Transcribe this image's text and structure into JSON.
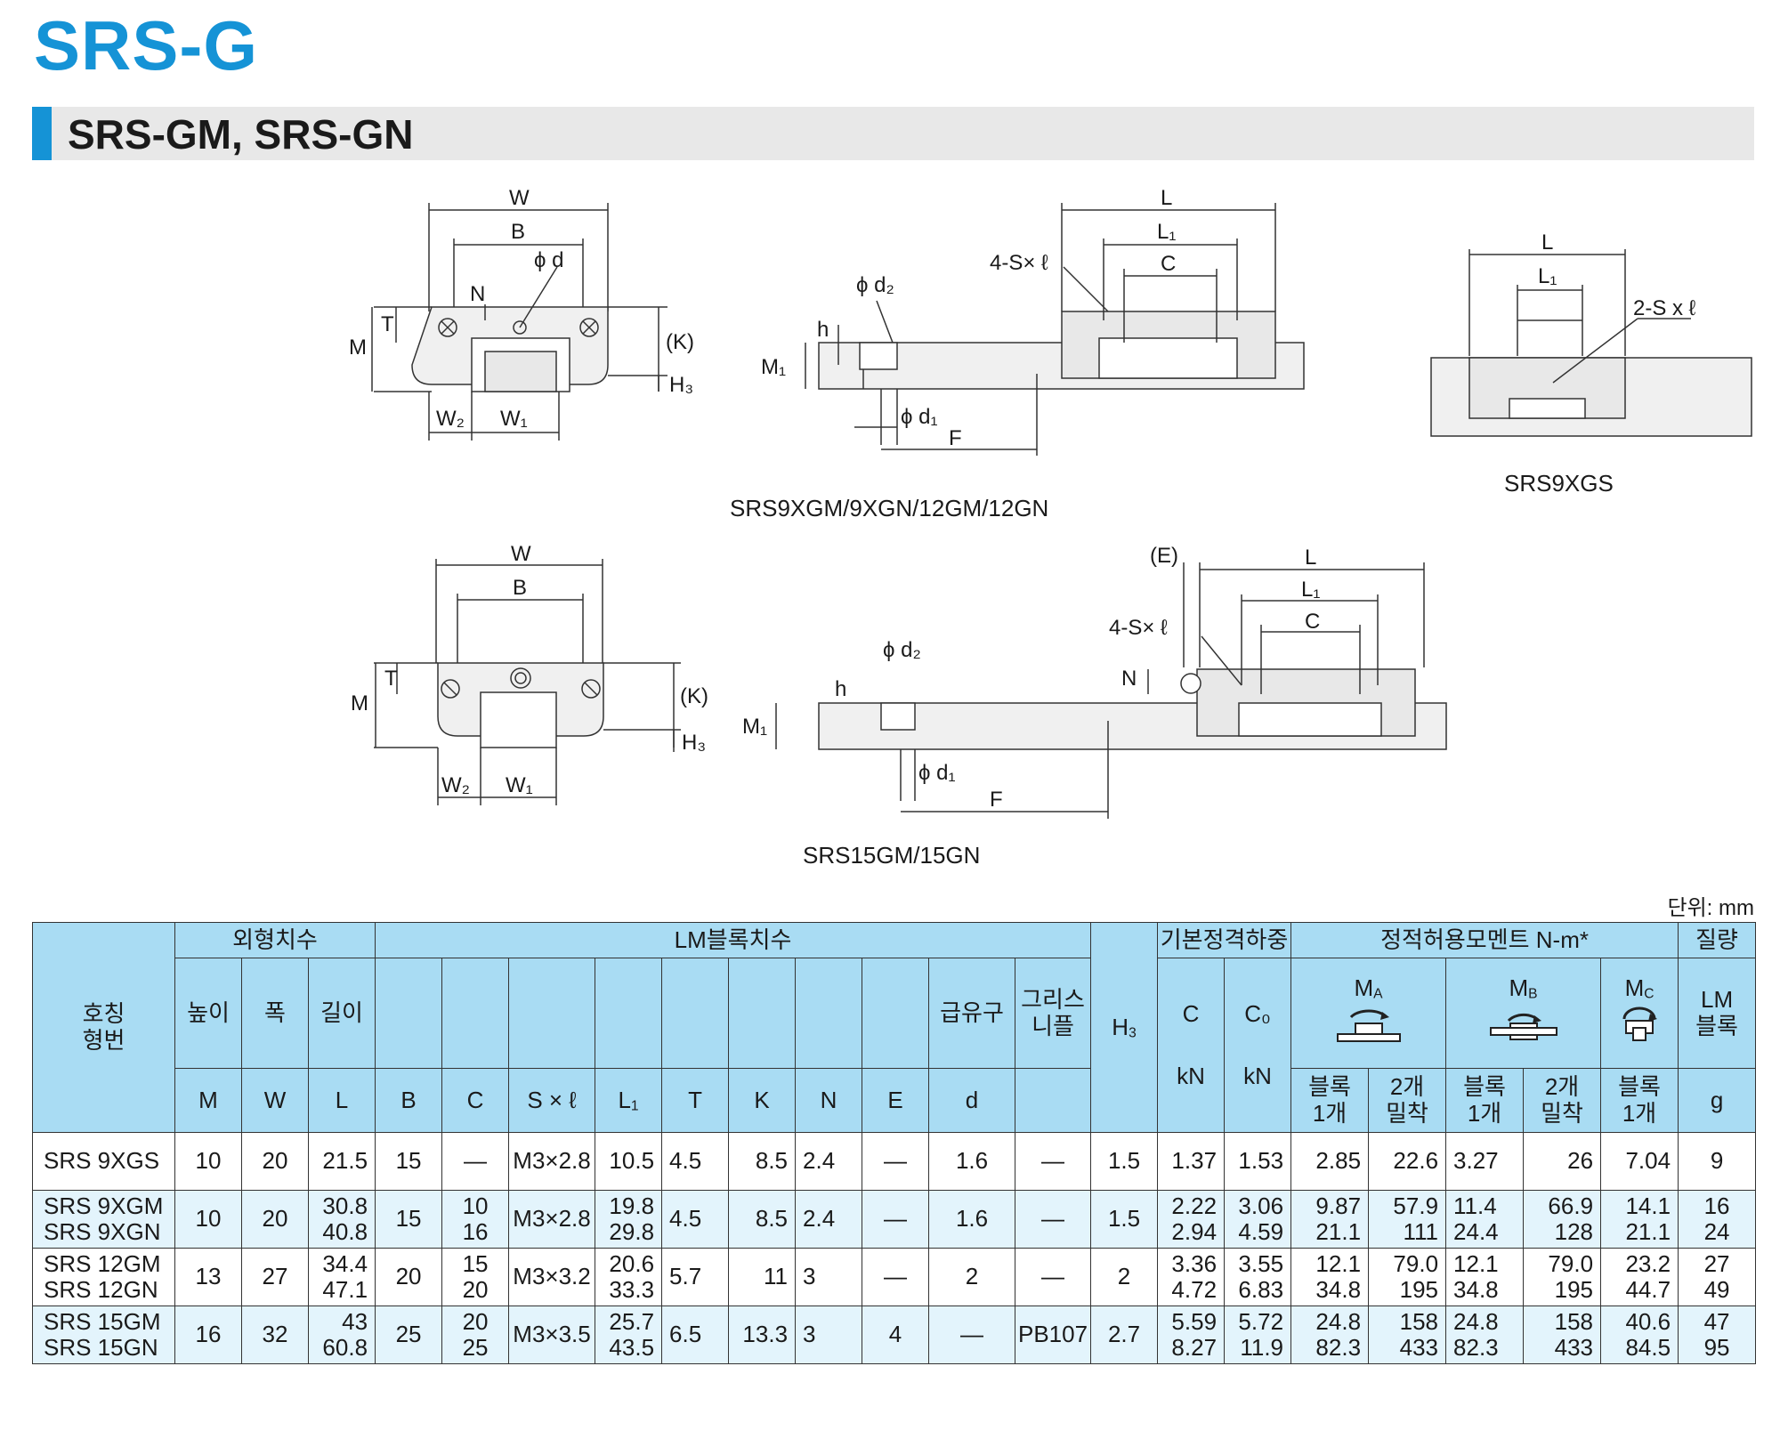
{
  "title": "SRS-G",
  "section_title": "SRS-GM, SRS-GN",
  "captions": {
    "fig1": "SRS9XGM/9XGN/12GM/12GN",
    "fig2": "SRS9XGS",
    "fig3": "SRS15GM/15GN"
  },
  "drawing_labels": {
    "W": "W",
    "B": "B",
    "phi_d": "ϕ d",
    "N": "N",
    "T": "T",
    "M": "M",
    "K": "(K)",
    "H3": "H₃",
    "W2": "W₂",
    "W1": "W₁",
    "L": "L",
    "L1": "L₁",
    "C": "C",
    "S_l": "4-S× ℓ",
    "phi_d2": "ϕ d₂",
    "h": "h",
    "M1": "M₁",
    "phi_d1": "ϕ d₁",
    "F": "F",
    "S_l2": "2-S x ℓ",
    "E": "(E)"
  },
  "unit": "단위: mm",
  "table": {
    "header_group": {
      "model": "호칭\n형번",
      "outer": "외형치수",
      "lm_block": "LM블록치수",
      "basic_load": "기본정격하중",
      "moment": "정적허용모멘트 N-m*",
      "mass": "질량"
    },
    "header_mid": {
      "height": "높이",
      "width": "폭",
      "length": "길이",
      "lube": "급유구",
      "grease": "그리스\n니플",
      "C": "C",
      "C0": "C₀",
      "MA": "MA",
      "MB": "MB",
      "MC": "MC",
      "lm_block": "LM\n블록"
    },
    "header_sub": {
      "M": "M",
      "W": "W",
      "L": "L",
      "B": "B",
      "C": "C",
      "S": "S × ℓ",
      "L1": "L₁",
      "T": "T",
      "K": "K",
      "N": "N",
      "E": "E",
      "d": "d",
      "H3": "H₃",
      "kN1": "kN",
      "kN2": "kN",
      "one_block": "블록\n1개",
      "two_block": "2개\n밀착",
      "g": "g"
    },
    "rows": [
      {
        "model": "SRS 9XGS",
        "M": "10",
        "W": "20",
        "L": "21.5",
        "B": "15",
        "C": "—",
        "S": "M3×2.8",
        "L1": "10.5",
        "T": "4.5",
        "K": "8.5",
        "N": "2.4",
        "E": "—",
        "d": "1.6",
        "grease": "—",
        "H3": "1.5",
        "Cd": "1.37",
        "C0": "1.53",
        "MA1": "2.85",
        "MA2": "22.6",
        "MB1": "3.27",
        "MB2": "26",
        "MC1": "7.04",
        "mass": "9"
      },
      {
        "model": "SRS 9XGM\nSRS 9XGN",
        "M": "10",
        "W": "20",
        "L": "30.8\n40.8",
        "B": "15",
        "C": "10\n16",
        "S": "M3×2.8",
        "L1": "19.8\n29.8",
        "T": "4.5",
        "K": "8.5",
        "N": "2.4",
        "E": "—",
        "d": "1.6",
        "grease": "—",
        "H3": "1.5",
        "Cd": "2.22\n2.94",
        "C0": "3.06\n4.59",
        "MA1": "9.87\n21.1",
        "MA2": "57.9\n111",
        "MB1": "11.4\n24.4",
        "MB2": "66.9\n128",
        "MC1": "14.1\n21.1",
        "mass": "16\n24"
      },
      {
        "model": "SRS 12GM\nSRS 12GN",
        "M": "13",
        "W": "27",
        "L": "34.4\n47.1",
        "B": "20",
        "C": "15\n20",
        "S": "M3×3.2",
        "L1": "20.6\n33.3",
        "T": "5.7",
        "K": "11",
        "N": "3",
        "E": "—",
        "d": "2",
        "grease": "—",
        "H3": "2",
        "Cd": "3.36\n4.72",
        "C0": "3.55\n6.83",
        "MA1": "12.1\n34.8",
        "MA2": "79.0\n195",
        "MB1": "12.1\n34.8",
        "MB2": "79.0\n195",
        "MC1": "23.2\n44.7",
        "mass": "27\n49"
      },
      {
        "model": "SRS 15GM\nSRS 15GN",
        "M": "16",
        "W": "32",
        "L": "43\n60.8",
        "B": "25",
        "C": "20\n25",
        "S": "M3×3.5",
        "L1": "25.7\n43.5",
        "T": "6.5",
        "K": "13.3",
        "N": "3",
        "E": "4",
        "d": "—",
        "grease": "PB107",
        "H3": "2.7",
        "Cd": "5.59\n8.27",
        "C0": "5.72\n11.9",
        "MA1": "24.8\n82.3",
        "MA2": "158\n433",
        "MB1": "24.8\n82.3",
        "MB2": "158\n433",
        "MC1": "40.6\n84.5",
        "mass": "47\n95"
      }
    ]
  }
}
